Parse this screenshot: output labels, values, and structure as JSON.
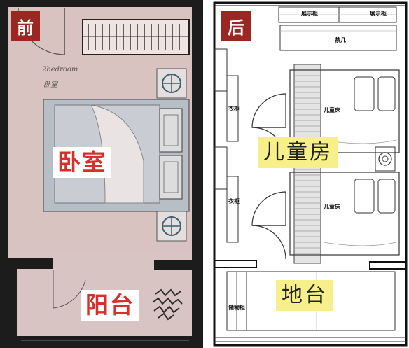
{
  "before": {
    "tag": "前",
    "room_label": "卧室",
    "balcony_label": "阳台",
    "sketch_note_1": "2bedroom",
    "sketch_note_2": "卧室"
  },
  "after": {
    "tag": "后",
    "room_label": "儿童房",
    "balcony_label": "地台",
    "top_label_left": "展示柜",
    "top_label_right": "展示柜",
    "desk_label": "茶几",
    "bed_label_1": "儿童床",
    "bed_label_2": "儿童床",
    "wardrobe_label_1": "衣柜",
    "wardrobe_label_2": "衣柜",
    "storage_label": "储物柜"
  },
  "colors": {
    "tag_bg": "#9b2722",
    "before_label_text": "#d6302a",
    "after_label_bg": "#f6ef8a",
    "before_floor": "#d9c3c1"
  }
}
